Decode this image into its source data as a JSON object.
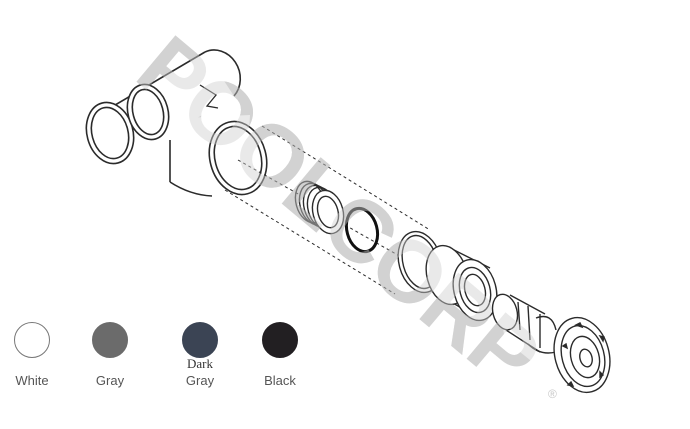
{
  "watermark": {
    "text": "POOLCORP",
    "registered_mark": "®",
    "color": "#d4d4d4"
  },
  "swatches": [
    {
      "label": "White",
      "color": "#ffffff"
    },
    {
      "label": "Gray",
      "color": "#6b6b6b"
    },
    {
      "label_top": "Dark",
      "label": "Gray",
      "color": "#3b4454"
    },
    {
      "label": "Black",
      "color": "#221f22"
    }
  ]
}
